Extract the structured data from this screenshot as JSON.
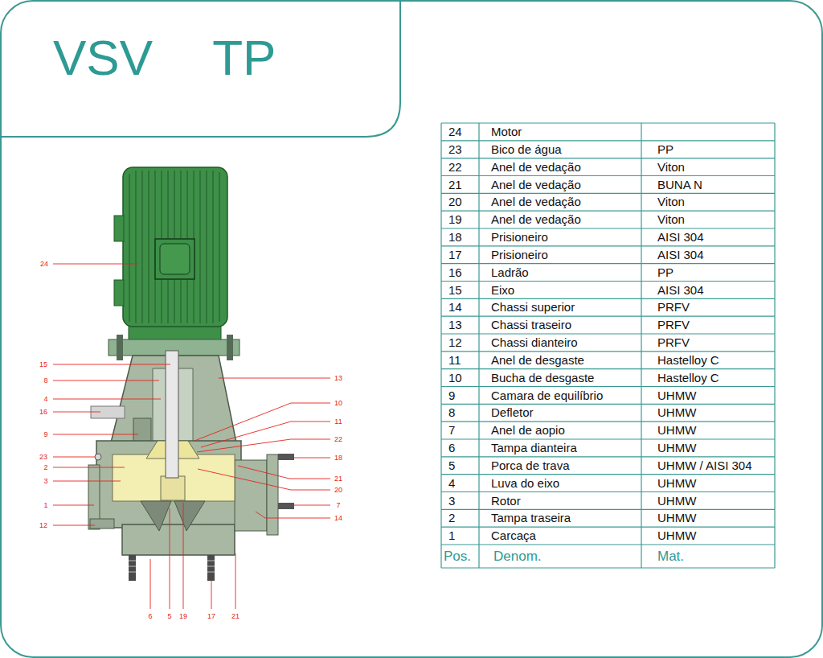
{
  "diagram": {
    "title": "VSV TP",
    "labels": [
      "24",
      "15",
      "8",
      "4",
      "16",
      "9",
      "23",
      "2",
      "3",
      "1",
      "12",
      "13",
      "10",
      "11",
      "22",
      "18",
      "21",
      "20",
      "7",
      "14",
      "6",
      "5",
      "19",
      "17",
      "21",
      "24",
      "Motor",
      "23",
      "Bico de água",
      "PP",
      "22",
      "Anel de vedação",
      "Viton",
      "21",
      "Anel de vedação",
      "BUNA N",
      "20",
      "Anel de vedação",
      "Viton",
      "19",
      "Anel de vedação",
      "Viton",
      "18",
      "Prisioneiro",
      "AISI 304",
      "17",
      "Prisioneiro",
      "AISI 304",
      "16",
      "Ladrão",
      "PP",
      "15",
      "Eixo",
      "AISI 304",
      "14",
      "Chassi superior",
      "PRFV",
      "13",
      "Chassi traseiro",
      "PRFV",
      "12",
      "Chassi dianteiro",
      "PRFV",
      "11",
      "Anel de desgaste",
      "Hastelloy C",
      "10",
      "Bucha de desgaste",
      "Hastelloy C",
      "9",
      "Camara de equilíbrio",
      "UHMW",
      "8",
      "Defletor",
      "UHMW",
      "7",
      "Anel de aopio",
      "UHMW",
      "6",
      "Tampa dianteira",
      "UHMW",
      "5",
      "Porca de trava",
      "UHMW / AISI 304",
      "4",
      "Luva do eixo",
      "UHMW",
      "3",
      "Rotor",
      "UHMW",
      "2",
      "Tampa traseira",
      "UHMW",
      "1",
      "Carcaça",
      "UHMW",
      "Pos.",
      "Denom.",
      "Mat."
    ]
  }
}
